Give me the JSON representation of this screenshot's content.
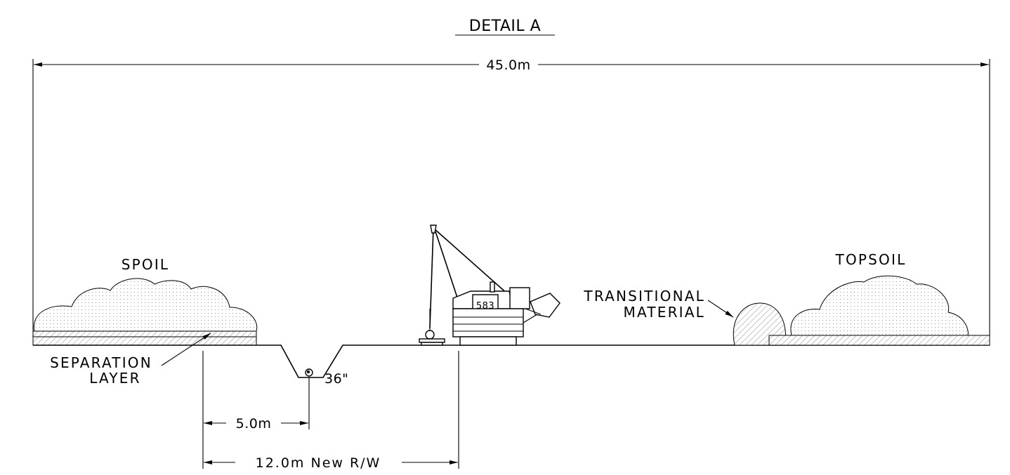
{
  "detail": {
    "title": "DETAIL A"
  },
  "dimensions": {
    "overall": "45.0m",
    "trench_offset": "5.0m",
    "new_right_of_way": "12.0m New R/W",
    "pipe_size": "36\""
  },
  "labels": {
    "spoil": "SPOIL",
    "topsoil": "TOPSOIL",
    "transitional_line1": "TRANSITIONAL",
    "transitional_line2": "MATERIAL",
    "separation_line1": "SEPARATION",
    "separation_line2": "LAYER"
  },
  "equipment": {
    "sideboom_number": "583"
  }
}
